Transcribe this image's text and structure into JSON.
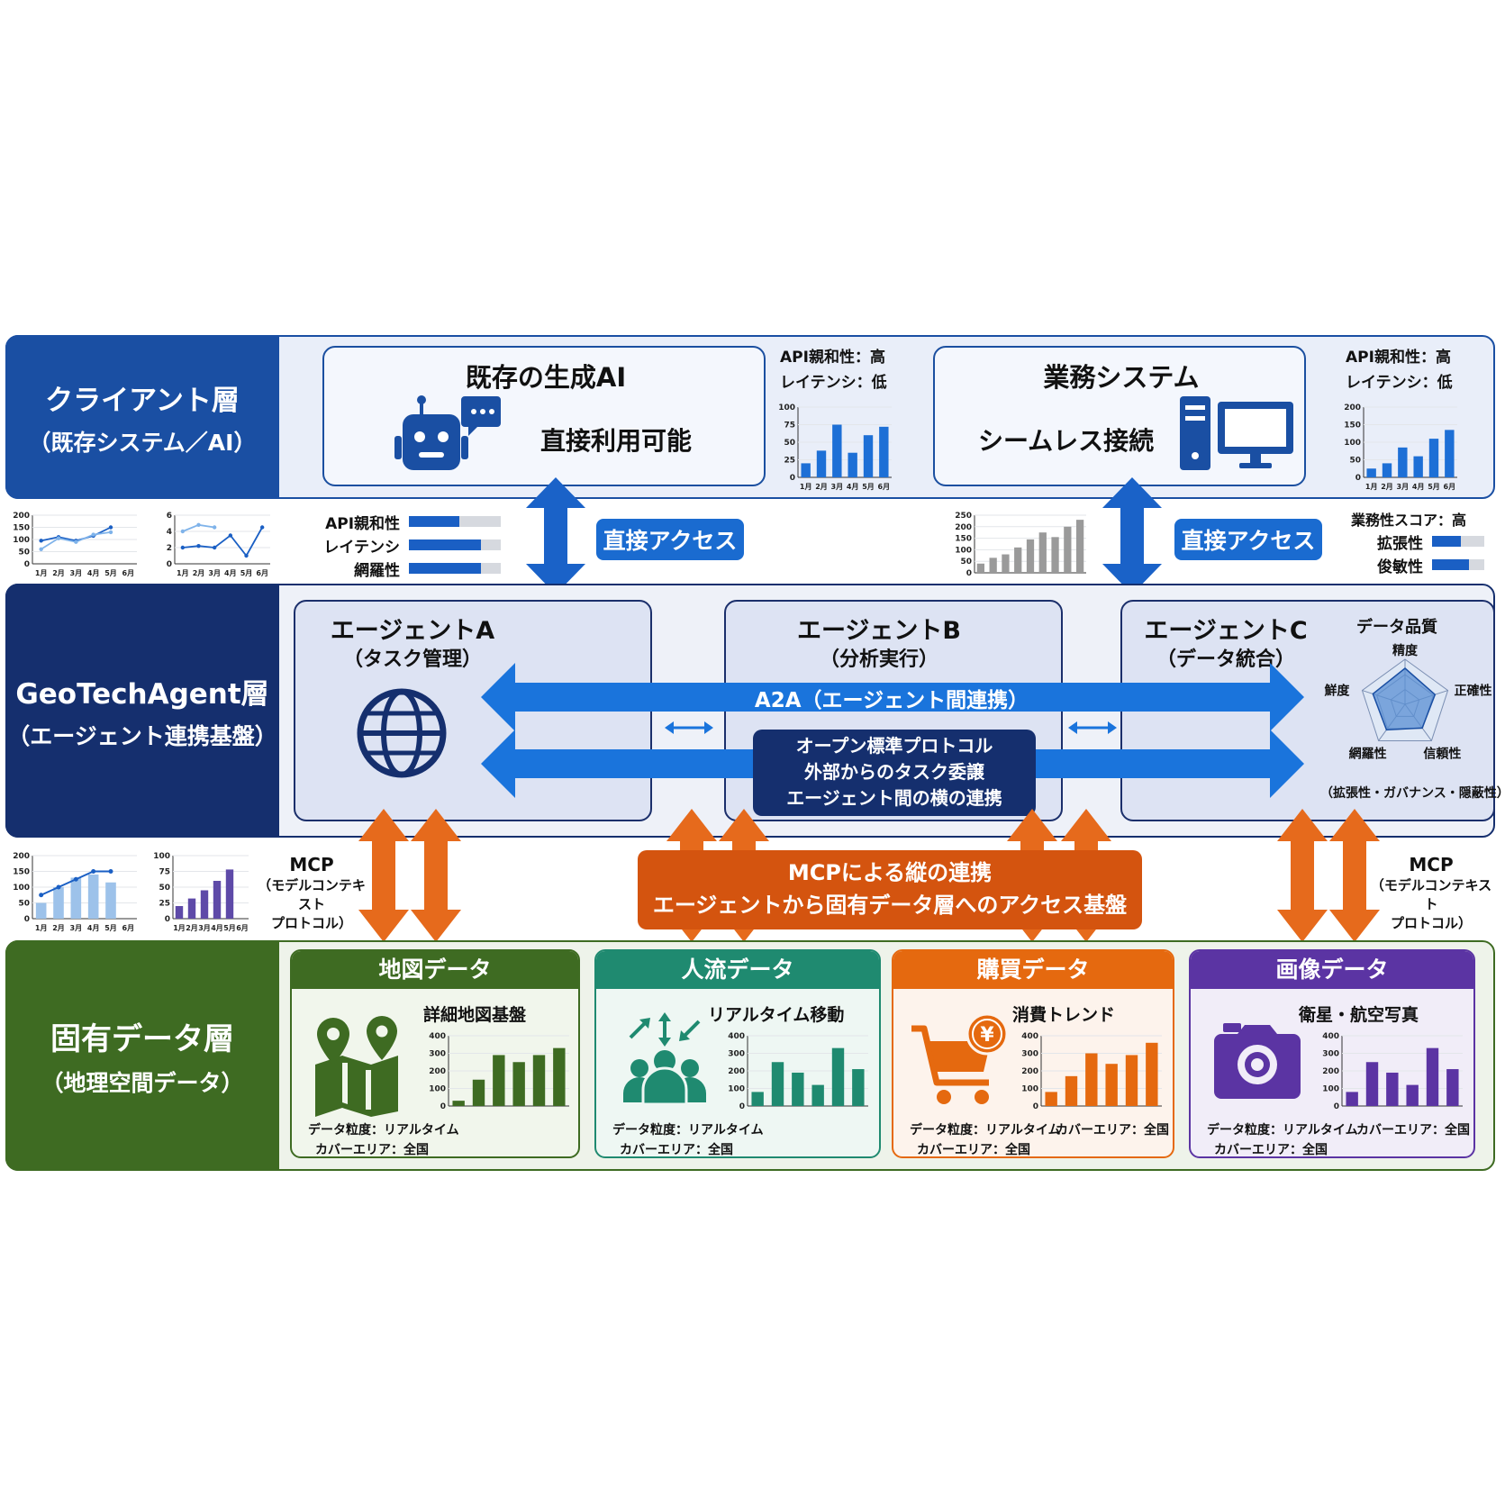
{
  "client_layer": {
    "label": "クライアント層",
    "sub": "（既存システム／AI）",
    "gen_ai": {
      "title": "既存の生成AI",
      "desc": "直接利用可能",
      "api": "API親和性：高",
      "latency": "レイテンシ：低"
    },
    "business": {
      "title": "業務システム",
      "desc": "シームレス接続",
      "api": "API親和性：高",
      "latency": "レイテンシ：低"
    }
  },
  "chart_data": [
    {
      "type": "bar",
      "categories": [
        "1月",
        "2月",
        "3月",
        "4月",
        "5月",
        "6月"
      ],
      "values": [
        20,
        38,
        75,
        35,
        60,
        72
      ],
      "ylim": [
        0,
        100
      ],
      "yticks": [
        "0",
        "25",
        "50",
        "75",
        "100"
      ]
    },
    {
      "type": "bar",
      "categories": [
        "1月",
        "2月",
        "3月",
        "4月",
        "5月",
        "6月"
      ],
      "values": [
        25,
        40,
        85,
        60,
        110,
        135
      ],
      "ylim": [
        0,
        200
      ],
      "yticks": [
        "0",
        "50",
        "100",
        "150",
        "200"
      ]
    },
    {
      "type": "line",
      "categories": [
        "1月",
        "2月",
        "3月",
        "4月",
        "5月",
        "6月"
      ],
      "series": [
        {
          "values": [
            95,
            110,
            95,
            115,
            150
          ]
        },
        {
          "values": [
            60,
            105,
            90,
            120,
            130
          ]
        }
      ],
      "ylim": [
        0,
        200
      ],
      "yticks": [
        "0",
        "50",
        "100",
        "150",
        "200"
      ]
    },
    {
      "type": "line",
      "categories": [
        "1月",
        "2月",
        "3月",
        "4月",
        "5月",
        "6月"
      ],
      "series": [
        {
          "values": [
            2,
            2.2,
            2,
            3.5,
            1,
            4.5
          ]
        },
        {
          "values": [
            4,
            4.8,
            4.5
          ]
        }
      ],
      "ylim": [
        0,
        6
      ],
      "yticks": [
        "0",
        "2",
        "4",
        "6"
      ]
    },
    {
      "type": "bar",
      "categories": [],
      "values": [
        40,
        65,
        80,
        110,
        145,
        175,
        155,
        200,
        230
      ],
      "ylim": [
        0,
        250
      ],
      "yticks": [
        "0",
        "50",
        "100",
        "150",
        "200",
        "250"
      ]
    },
    {
      "type": "bar",
      "categories": [
        "1月",
        "2月",
        "3月",
        "4月",
        "5月",
        "6月"
      ],
      "values": [
        50,
        100,
        130,
        140,
        115
      ],
      "line": [
        75,
        100,
        125,
        150,
        150
      ],
      "ylim": [
        0,
        200
      ],
      "yticks": [
        "0",
        "50",
        "100",
        "150",
        "200"
      ]
    },
    {
      "type": "bar",
      "categories": [
        "1月",
        "2月",
        "3月",
        "4月",
        "5月",
        "6月"
      ],
      "values": [
        20,
        32,
        45,
        60,
        78
      ],
      "ylim": [
        0,
        100
      ],
      "yticks": [
        "0",
        "25",
        "50",
        "75",
        "100"
      ]
    },
    {
      "type": "bar",
      "categories": [],
      "values": [
        30,
        150,
        290,
        250,
        290,
        330
      ],
      "ylim": [
        0,
        400
      ],
      "yticks": [
        "0",
        "100",
        "200",
        "300",
        "400"
      ]
    },
    {
      "type": "bar",
      "categories": [],
      "values": [
        80,
        250,
        190,
        120,
        330,
        210
      ],
      "ylim": [
        0,
        400
      ],
      "yticks": [
        "0",
        "100",
        "200",
        "300",
        "400"
      ]
    },
    {
      "type": "bar",
      "categories": [],
      "values": [
        80,
        170,
        300,
        240,
        290,
        360
      ],
      "ylim": [
        0,
        400
      ],
      "yticks": [
        "0",
        "100",
        "200",
        "300",
        "400"
      ]
    },
    {
      "type": "bar",
      "categories": [],
      "values": [
        80,
        250,
        190,
        120,
        330,
        210
      ],
      "ylim": [
        0,
        400
      ],
      "yticks": [
        "0",
        "100",
        "200",
        "300",
        "400"
      ]
    }
  ],
  "mid_metrics_left": [
    {
      "label": "API親和性",
      "value": 0.55
    },
    {
      "label": "レイテンシ",
      "value": 0.78
    },
    {
      "label": "網羅性",
      "value": 0.78
    }
  ],
  "mid_metrics_right": {
    "score": "業務性スコア：高",
    "items": [
      {
        "label": "拡張性",
        "value": 0.55
      },
      {
        "label": "俊敏性",
        "value": 0.7
      }
    ]
  },
  "access_label_1": "直接アクセス",
  "access_label_2": "直接アクセス",
  "agent_layer": {
    "label": "GeoTechAgent層",
    "sub": "（エージェント連携基盤）",
    "a": {
      "name": "エージェントA",
      "role": "（タスク管理）"
    },
    "b": {
      "name": "エージェントB",
      "role": "（分析実行）"
    },
    "c": {
      "name": "エージェントC",
      "role": "（データ統合）"
    },
    "a2a": "A2A（エージェント間連携）",
    "protocol": [
      "オープン標準プロトコル",
      "外部からのタスク委譲",
      "エージェント間の横の連携"
    ],
    "quality": {
      "title": "データ品質",
      "axes": [
        "精度",
        "正確性",
        "信頼性",
        "網羅性",
        "鮮度"
      ],
      "values": [
        0.8,
        0.7,
        0.65,
        0.7,
        0.75
      ],
      "note": "（拡張性・ガバナンス・隠蔽性）"
    }
  },
  "mcp_left": {
    "name": "MCP",
    "sub1": "（モデルコンテキスト",
    "sub2": "プロトコル）"
  },
  "mcp_right": {
    "name": "MCP",
    "sub1": "（モデルコンテキスト",
    "sub2": "プロトコル）"
  },
  "mcp_center": [
    "MCPによる縦の連携",
    "エージェントから固有データ層へのアクセス基盤"
  ],
  "data_layer": {
    "label": "固有データ層",
    "sub": "（地理空間データ）",
    "cards": [
      {
        "head": "地図データ",
        "sub": "詳細地図基盤",
        "meta1": "データ粒度：リアルタイム",
        "meta2": "カバーエリア：全国",
        "meta3": "",
        "color": "#3e6b22"
      },
      {
        "head": "人流データ",
        "sub": "リアルタイム移動",
        "meta1": "データ粒度：リアルタイム",
        "meta2": "カバーエリア：全国",
        "meta3": "",
        "color": "#1f8a70"
      },
      {
        "head": "購買データ",
        "sub": "消費トレンド",
        "meta1": "データ粒度：リアルタイム",
        "meta2": "カバーエリア：全国",
        "meta3": "カバーエリア：全国",
        "color": "#e5690f"
      },
      {
        "head": "画像データ",
        "sub": "衛星・航空写真",
        "meta1": "データ粒度：リアルタイム",
        "meta2": "カバーエリア：全国",
        "meta3": "カバーエリア：全国",
        "color": "#5b34a3"
      }
    ]
  },
  "colors": {
    "client": "#1a4fa3",
    "agent": "#152f6e",
    "data": "#3e6b22",
    "blue_arrow": "#1a74dc",
    "orange": "#e66a1c"
  }
}
